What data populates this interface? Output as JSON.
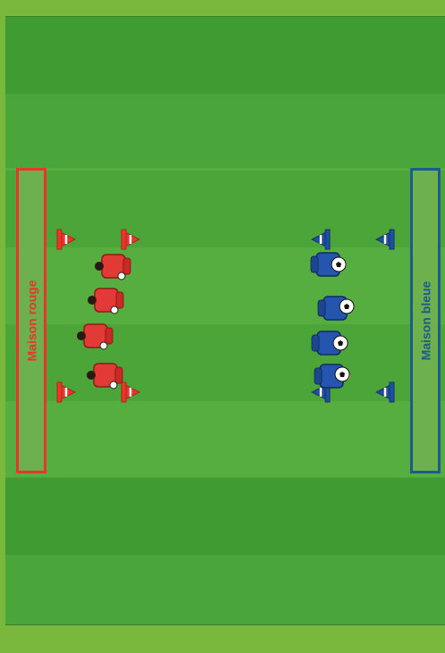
{
  "diagram": {
    "red_house_label": "Maison rouge",
    "blue_house_label": "Maison bleue"
  },
  "colors": {
    "border_green": "#7ab73d",
    "grass_dark": "#3f9c33",
    "grass_light": "#4aa63a",
    "red_team": "#e6372b",
    "blue_team": "#1d5b8c",
    "cone_red": "#e8382c",
    "cone_blue": "#1f4fa0"
  },
  "elements": {
    "red_cones": 4,
    "blue_cones": 4,
    "red_players": 4,
    "blue_players": 4,
    "balls": 4
  }
}
